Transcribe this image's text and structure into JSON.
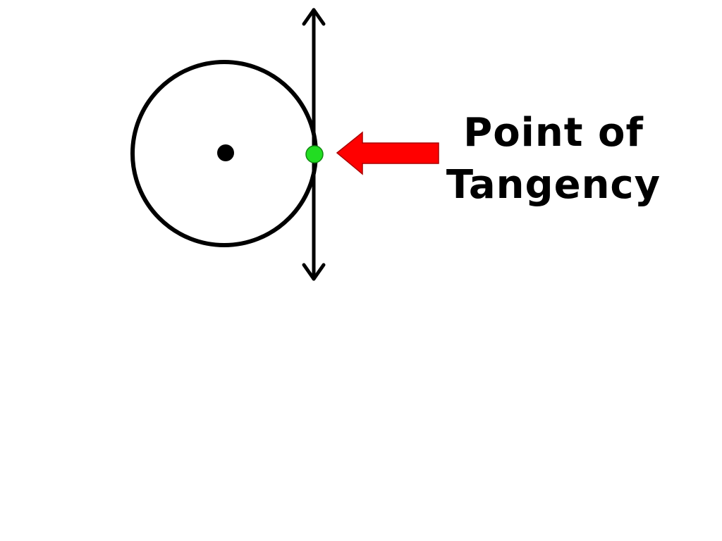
{
  "label": {
    "line1": "Point of",
    "line2": "Tangency"
  },
  "colors": {
    "stroke": "#000000",
    "tangent_point": "#22dd22",
    "tangent_point_outline": "#118811",
    "arrow": "#ff0000",
    "arrow_outline": "#aa0000",
    "background": "#ffffff"
  },
  "icons": {
    "tangent_line": "double-headed-arrow-line",
    "pointer": "left-arrow"
  }
}
